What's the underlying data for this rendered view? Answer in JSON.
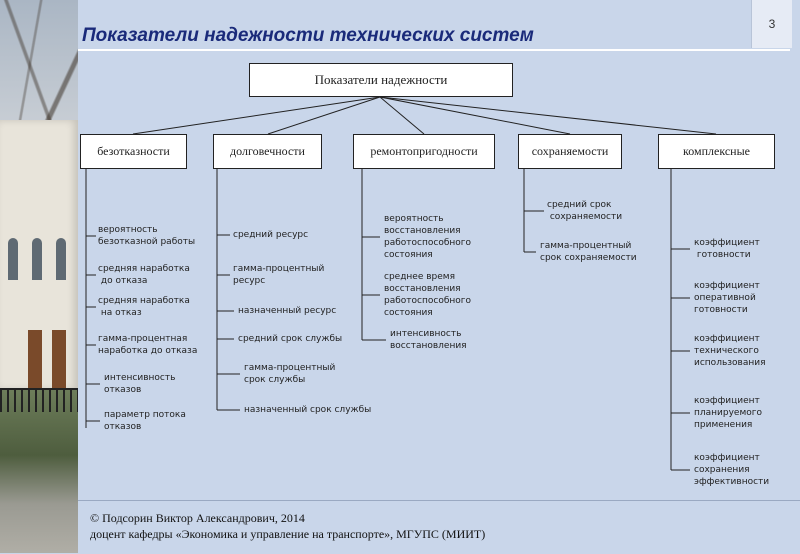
{
  "page_number": "3",
  "title": "Показатели надежности технических систем",
  "root": "Показатели надежности",
  "categories": [
    {
      "label": "безотказности",
      "items": [
        "вероятность\nбезотказной работы",
        "средняя наработка\n до отказа",
        "средняя наработка\n на отказ",
        "гамма-процентная\nнаработка до отказа",
        "интенсивность\nотказов",
        "параметр потока\nотказов"
      ]
    },
    {
      "label": "долговечности",
      "items": [
        "средний ресурс",
        "гамма-процентный\nресурс",
        "назначенный ресурс",
        "средний срок службы",
        "гамма-процентный\nсрок службы",
        "назначенный срок службы"
      ]
    },
    {
      "label": "ремонтопригодности",
      "items": [
        "вероятность\nвосстановления\nработоспособного\nсостояния",
        "среднее время\nвосстановления\nработоспособного\nсостояния",
        "интенсивность\nвосстановления"
      ]
    },
    {
      "label": "сохраняемости",
      "items": [
        "средний срок\n сохраняемости",
        "гамма-процентный\nсрок сохраняемости"
      ]
    },
    {
      "label": "комплексные",
      "items": [
        "коэффициент\n готовности",
        "коэффициент\nоперативной\nготовности",
        "коэффициент\nтехнического\nиспользования",
        "коэффициент\nпланируемого\nприменения",
        "коэффициент\nсохранения\nэффективности"
      ]
    }
  ],
  "footer": {
    "line1": "©    Подсорин Виктор Александрович, 2014",
    "line2": "доцент кафедры «Экономика и управление на транспорте», МГУПС (МИИТ)"
  }
}
